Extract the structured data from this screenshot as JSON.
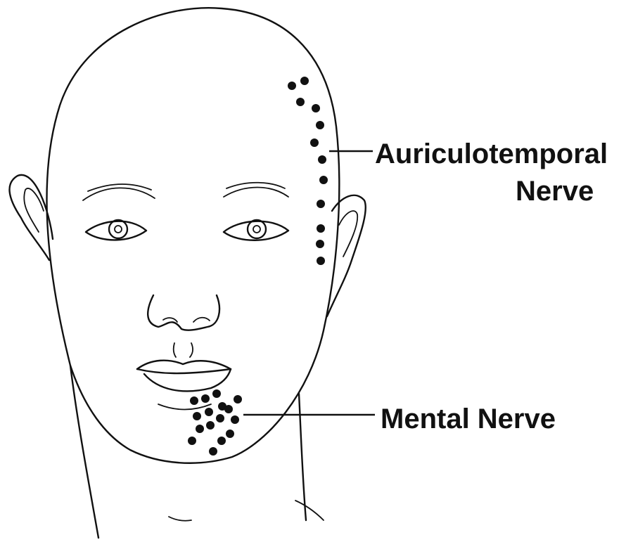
{
  "labels": {
    "auriculotemporal_line1": "Auriculotemporal",
    "auriculotemporal_line2": "Nerve",
    "mental": "Mental Nerve"
  },
  "colors": {
    "ink": "#111111",
    "background": "#ffffff"
  }
}
